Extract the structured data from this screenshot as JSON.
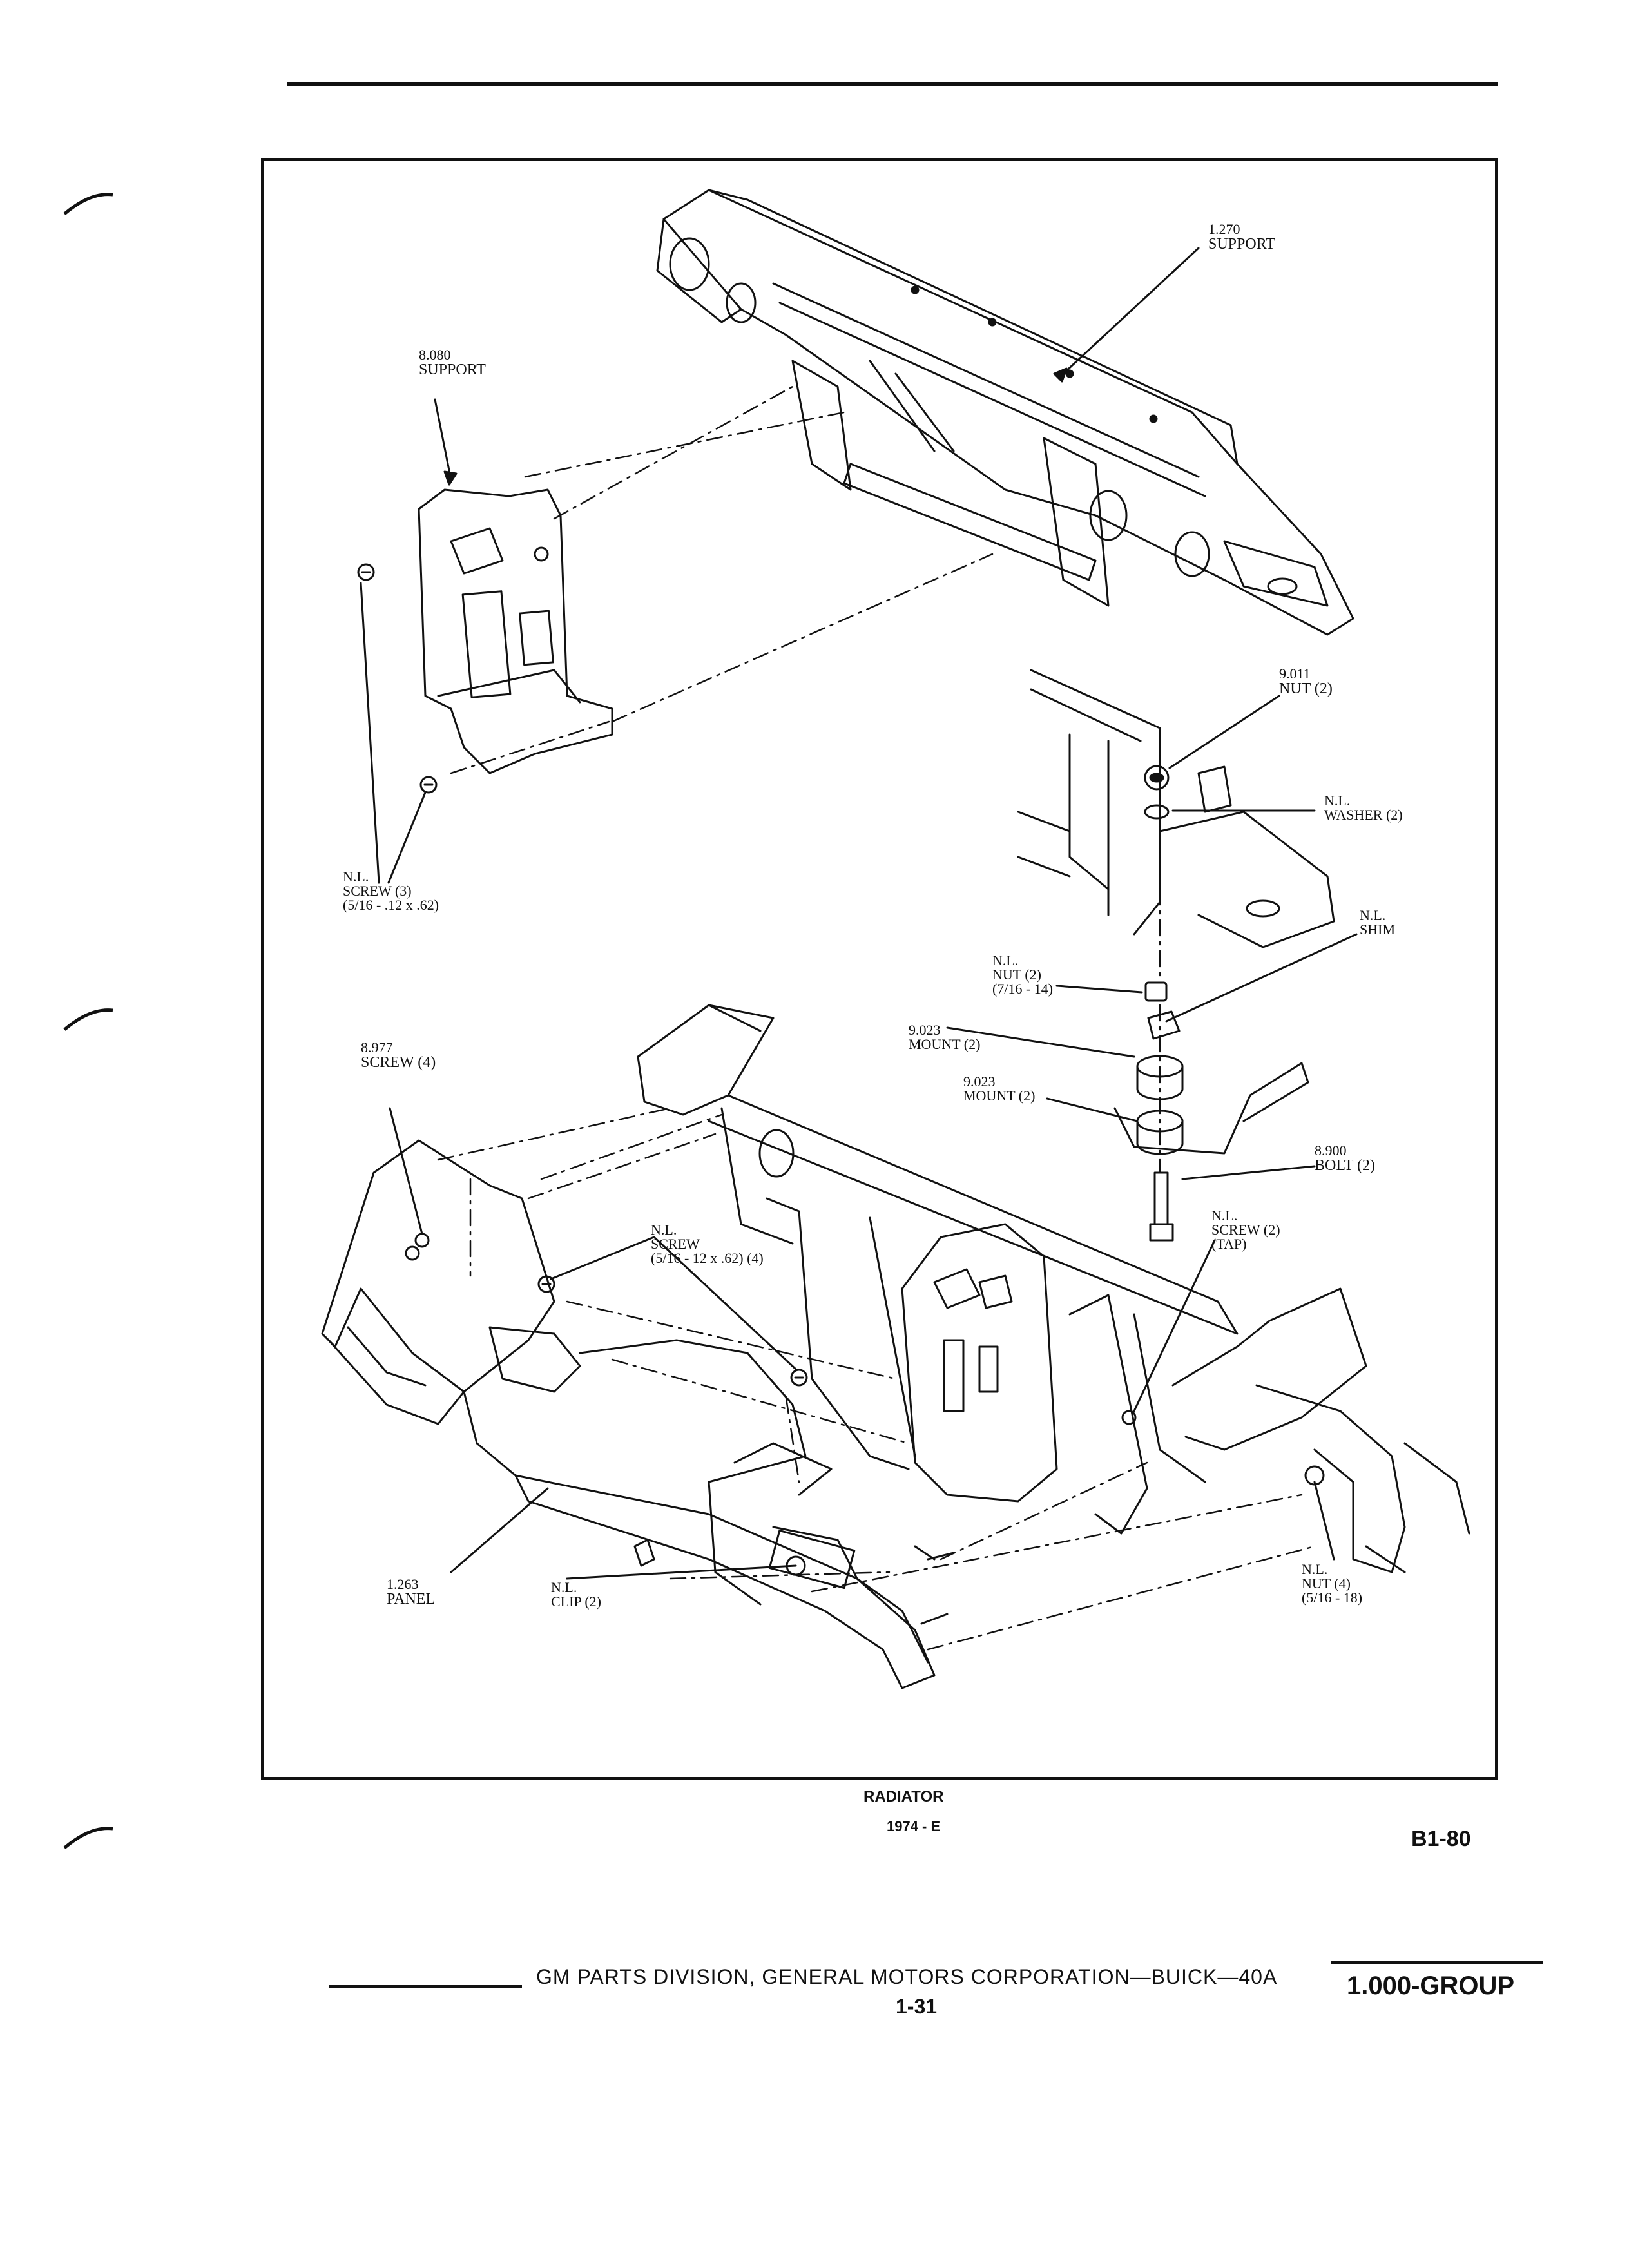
{
  "callouts": {
    "support_1270": {
      "number": "1.270",
      "name": "SUPPORT"
    },
    "support_8080": {
      "number": "8.080",
      "name": "SUPPORT"
    },
    "nut_9011": {
      "number": "9.011",
      "name": "NUT (2)"
    },
    "washer_nl": {
      "number": "N.L.",
      "name": "WASHER (2)"
    },
    "screw3_nl": {
      "number": "N.L.",
      "name": "SCREW (3)",
      "spec": "(5/16 - .12 x .62)"
    },
    "shim_nl": {
      "number": "N.L.",
      "name": "SHIM"
    },
    "nut2_nl": {
      "number": "N.L.",
      "name": "NUT (2)",
      "spec": "(7/16 - 14)"
    },
    "mount_9023_a": {
      "number": "9.023",
      "name": "MOUNT (2)"
    },
    "mount_9023_b": {
      "number": "9.023",
      "name": "MOUNT (2)"
    },
    "screw_8977": {
      "number": "8.977",
      "name": "SCREW (4)"
    },
    "bolt_8900": {
      "number": "8.900",
      "name": "BOLT (2)"
    },
    "screw4_nl": {
      "number": "N.L.",
      "name": "SCREW",
      "spec": "(5/16 - 12 x .62) (4)"
    },
    "screw_tap_nl": {
      "number": "N.L.",
      "name": "SCREW (2)",
      "spec": "(TAP)"
    },
    "panel_1263": {
      "number": "1.263",
      "name": "PANEL"
    },
    "clip_nl": {
      "number": "N.L.",
      "name": "CLIP (2)"
    },
    "nut4_nl": {
      "number": "N.L.",
      "name": "NUT (4)",
      "spec": "(5/16 - 18)"
    }
  },
  "caption": {
    "title": "RADIATOR",
    "subtitle": "1974 - E"
  },
  "page_code": "B1-80",
  "footer": {
    "publisher": "GM PARTS DIVISION, GENERAL MOTORS CORPORATION—BUICK—40A",
    "page_number": "1-31",
    "group": "1.000-GROUP"
  }
}
